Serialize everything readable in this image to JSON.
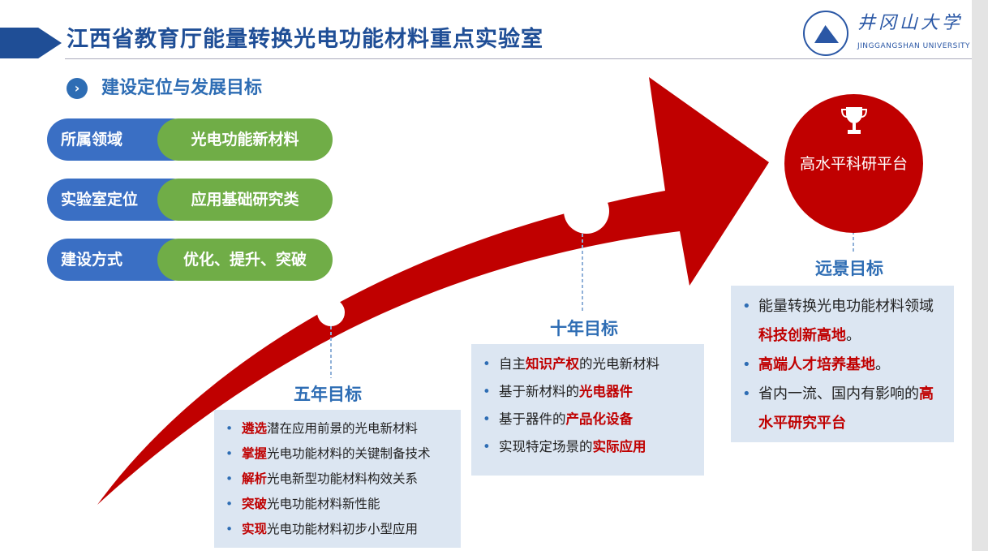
{
  "header": {
    "title": "江西省教育厅能量转换光电功能材料重点实验室",
    "logo_cn": "井冈山大学",
    "logo_en": "JINGGANGSHAN UNIVERSITY"
  },
  "section": {
    "icon": "chevron-right-icon",
    "title": "建设定位与发展目标"
  },
  "positioning": [
    {
      "label": "所属领域",
      "value": "光电功能新材料"
    },
    {
      "label": "实验室定位",
      "value": "应用基础研究类"
    },
    {
      "label": "建设方式",
      "value": "优化、提升、突破"
    }
  ],
  "colors": {
    "blue": "#3a6fc4",
    "green": "#70ad47",
    "red": "#c00000",
    "box": "#dce6f2"
  },
  "stages": {
    "five_year": {
      "title": "五年目标",
      "items": [
        [
          {
            "t": "遴选",
            "h": true
          },
          {
            "t": "潜在应用前景的光电新材料"
          }
        ],
        [
          {
            "t": "掌握",
            "h": true
          },
          {
            "t": "光电功能材料的关键制备技术"
          }
        ],
        [
          {
            "t": "解析",
            "h": true
          },
          {
            "t": "光电新型功能材料构效关系"
          }
        ],
        [
          {
            "t": "突破",
            "h": true
          },
          {
            "t": "光电功能材料新性能"
          }
        ],
        [
          {
            "t": "实现",
            "h": true
          },
          {
            "t": "光电功能材料初步小型应用"
          }
        ]
      ]
    },
    "ten_year": {
      "title": "十年目标",
      "items": [
        [
          {
            "t": "自主"
          },
          {
            "t": "知识产权",
            "h": true
          },
          {
            "t": "的光电新材料"
          }
        ],
        [
          {
            "t": "基于新材料的"
          },
          {
            "t": "光电器件",
            "h": true
          }
        ],
        [
          {
            "t": "基于器件的"
          },
          {
            "t": "产品化设备",
            "h": true
          }
        ],
        [
          {
            "t": "实现特定场景的"
          },
          {
            "t": "实际应用",
            "h": true
          }
        ]
      ]
    },
    "vision": {
      "title": "远景目标",
      "goal": "高水平科研平台",
      "items": [
        [
          {
            "t": "能量转换光电功能材料领域"
          },
          {
            "t": "科技创新高地",
            "h": true
          },
          {
            "t": "。"
          }
        ],
        [
          {
            "t": "高端人才培养基地",
            "h": true
          },
          {
            "t": "。"
          }
        ],
        [
          {
            "t": "省内一流、国内有影响的"
          },
          {
            "t": "高水平研究平台",
            "h": true
          }
        ]
      ]
    }
  }
}
